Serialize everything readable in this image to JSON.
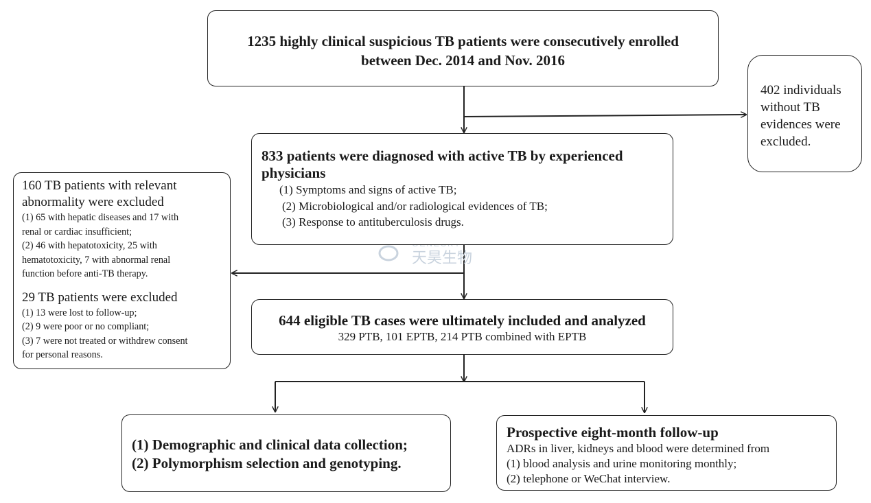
{
  "enrolled": {
    "line1": "1235 highly clinical suspicious TB patients were consecutively enrolled",
    "line2": "between  Dec. 2014 and Nov. 2016"
  },
  "non_tb": {
    "lines": [
      "402 individuals",
      "without TB",
      "evidences were",
      "excluded."
    ]
  },
  "diagnosed": {
    "title_line1": "833 patients were diagnosed with active TB by experienced",
    "title_line2": "physicians",
    "criteria": [
      "(1) Symptoms and signs of active TB;",
      "(2) Microbiological and/or radiological evidences of TB;",
      "(3) Response to antituberculosis drugs."
    ]
  },
  "excluded_abnormal": {
    "title_line1": "160 TB patients with relevant",
    "title_line2": "abnormality were excluded",
    "lines": [
      "(1) 65 with hepatic diseases and 17 with",
      "renal or cardiac insufficient;",
      "(2) 46 with hepatotoxicity, 25 with",
      "hematotoxicity, 7 with abnormal renal",
      "function before anti-TB therapy."
    ]
  },
  "excluded_followup": {
    "title": "29 TB patients were excluded",
    "lines": [
      "(1) 13 were lost to follow-up;",
      "(2) 9 were poor or no compliant;",
      "(3) 7 were not treated or withdrew consent",
      "for personal reasons."
    ]
  },
  "eligible": {
    "title": "644 eligible TB cases were ultimately included and analyzed",
    "subtitle": "329 PTB, 101 EPTB, 214 PTB combined with EPTB"
  },
  "data_collection": {
    "lines": [
      "(1)  Demographic and clinical data collection;",
      "(2)  Polymorphism selection and genotyping."
    ]
  },
  "followup": {
    "title": "Prospective eight-month follow-up",
    "lines": [
      "ADRs in liver, kidneys and blood were determined from",
      "(1) blood analysis and urine monitoring monthly;",
      "(2) telephone or WeChat interview."
    ]
  },
  "watermark": {
    "latin": "GENESKY",
    "cjk": "天昊生物"
  },
  "colors": {
    "line": "#222222",
    "text": "#1a1a1a",
    "watermark": "#c9d3de"
  }
}
